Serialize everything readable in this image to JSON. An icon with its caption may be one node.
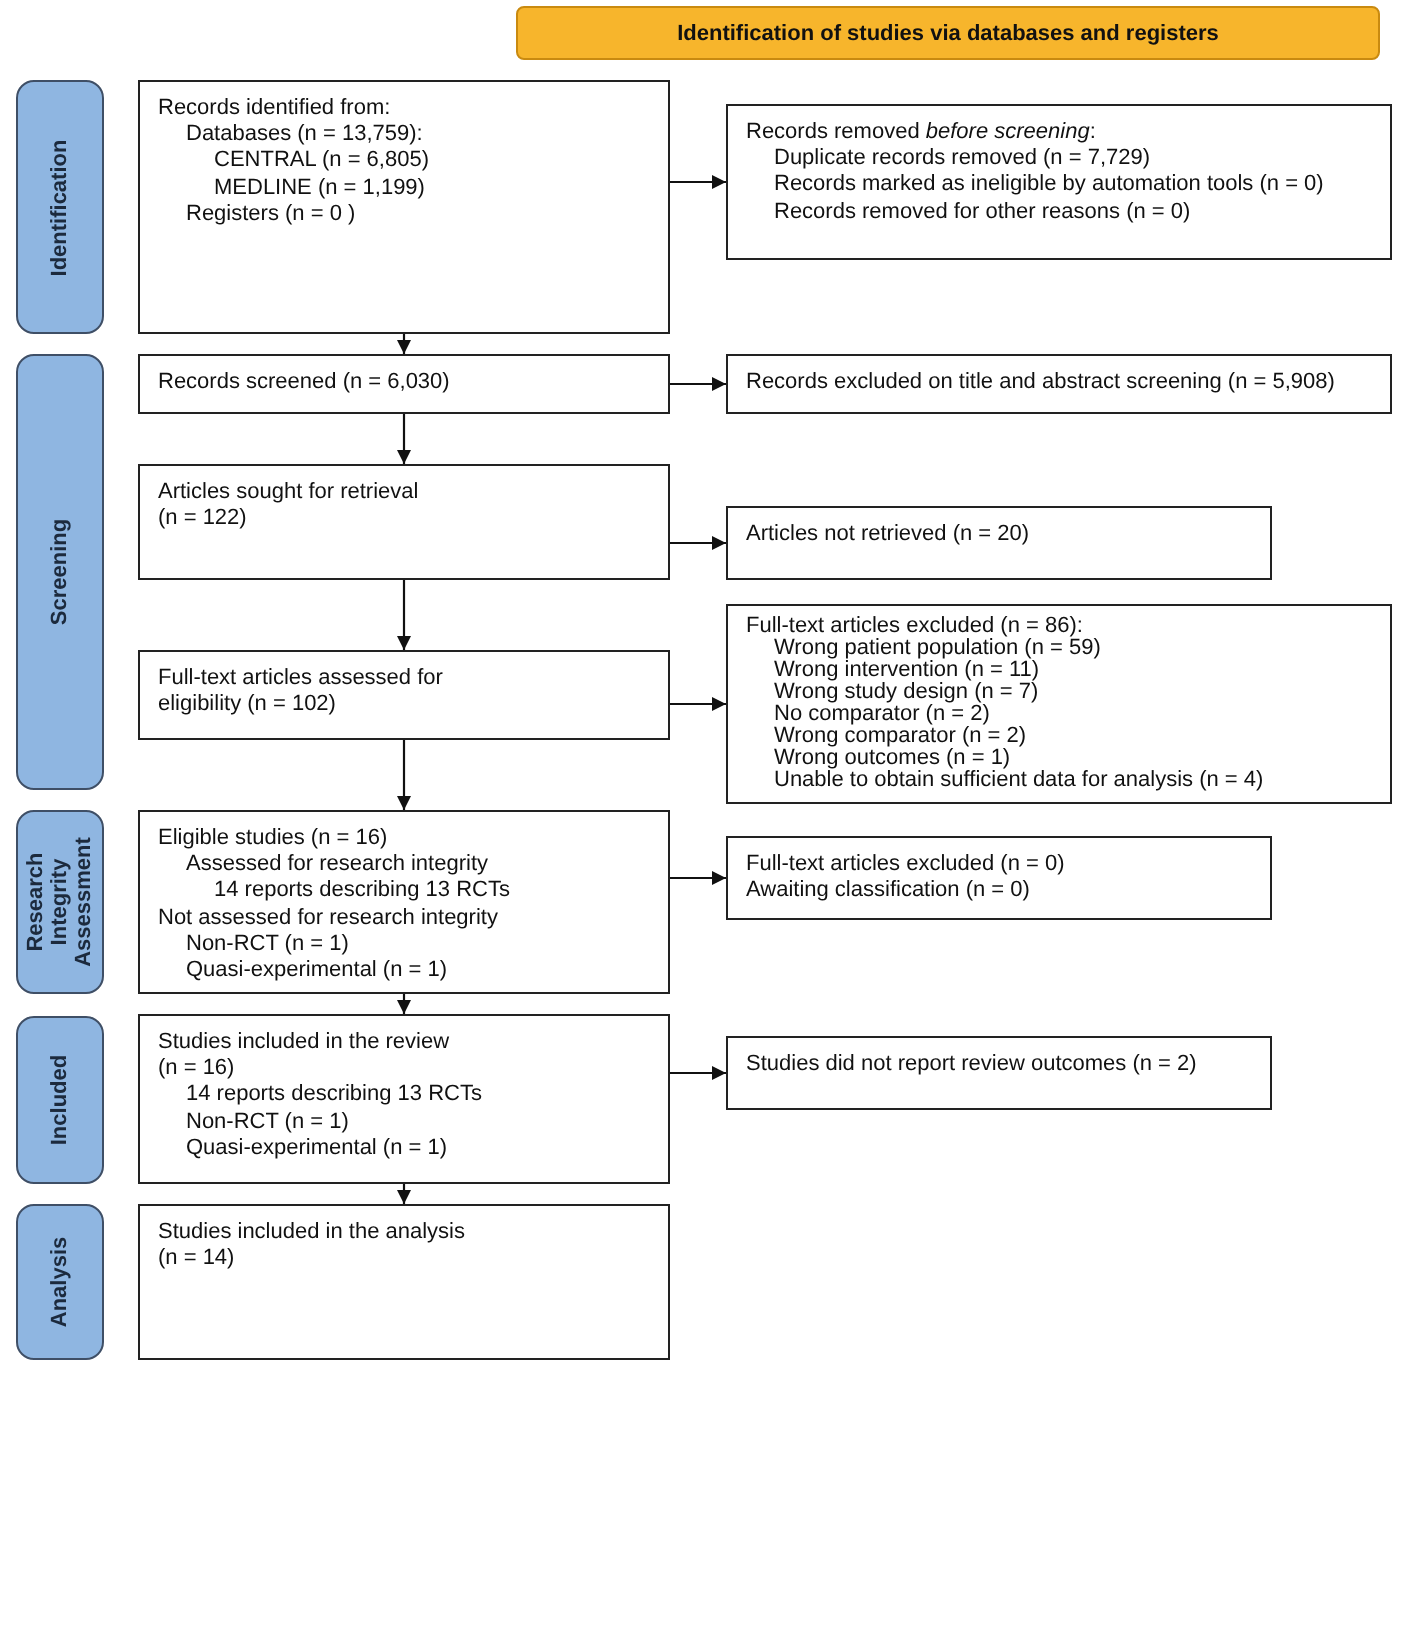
{
  "diagram": {
    "nodes": [
      {
        "text": [
          "Identification of studies via databases and registers"
        ]
      },
      {
        "text": [
          "Identification"
        ]
      },
      {
        "text": [
          "Records identified from:",
          "Databases (n = 13,759):",
          "CENTRAL (n = 6,805)",
          "MEDLINE (n = 1,199)",
          "Registers (n = 0 )"
        ]
      },
      {
        "text": [
          "Records removed *before screening*:",
          "Duplicate records removed (n = 7,729)",
          "Records marked as ineligible by automation tools (n = 0)",
          "Records removed for other reasons (n = 0)"
        ]
      },
      {
        "text": [
          "Screening"
        ]
      },
      {
        "text": [
          "Records screened (n = 6,030)"
        ]
      },
      {
        "text": [
          "Records excluded on title and abstract screening (n = 5,908)"
        ]
      },
      {
        "text": [
          "Articles sought for retrieval (n = 122)"
        ]
      },
      {
        "text": [
          "Articles not retrieved (n = 20)"
        ]
      },
      {
        "text": [
          "Full-text articles assessed for eligibility (n = 102)"
        ]
      },
      {
        "text": [
          "Full-text articles excluded (n = 86):",
          "Wrong patient population (n = 59)",
          "Wrong intervention (n = 11)",
          "Wrong study design (n = 7)",
          "No comparator (n = 2)",
          "Wrong comparator (n = 2)",
          "Wrong outcomes (n = 1)",
          "Unable to obtain sufficient data for analysis (n = 4)"
        ]
      },
      {
        "text": [
          "Research Integrity Assessment"
        ]
      },
      {
        "text": [
          "Eligible studies (n = 16)",
          "Assessed for research integrity",
          "14 reports describing 13 RCTs",
          "Not assessed for research integrity",
          "Non-RCT (n = 1)",
          "Quasi-experimental (n = 1)"
        ]
      },
      {
        "text": [
          "Full-text articles excluded (n = 0)",
          "Awaiting classification (n = 0)"
        ]
      },
      {
        "text": [
          "Included"
        ]
      },
      {
        "text": [
          "Studies included in the review (n = 16)",
          "14 reports describing 13 RCTs",
          "Non-RCT (n = 1)",
          "Quasi-experimental (n = 1)"
        ]
      },
      {
        "text": [
          "Studies did not report review outcomes (n = 2)"
        ]
      },
      {
        "text": [
          "Analysis"
        ]
      },
      {
        "text": [
          "Studies included in the analysis (n = 14)"
        ]
      }
    ],
    "edges": [
      {
        "from": 2,
        "to": 3,
        "arrow": "to"
      },
      {
        "from": 2,
        "to": 5,
        "arrow": "to"
      },
      {
        "from": 5,
        "to": 6,
        "arrow": "to"
      },
      {
        "from": 5,
        "to": 7,
        "arrow": "to"
      },
      {
        "from": 7,
        "to": 8,
        "arrow": "to"
      },
      {
        "from": 7,
        "to": 9,
        "arrow": "to"
      },
      {
        "from": 9,
        "to": 10,
        "arrow": "to"
      },
      {
        "from": 9,
        "to": 12,
        "arrow": "to"
      },
      {
        "from": 12,
        "to": 13,
        "arrow": "to"
      },
      {
        "from": 12,
        "to": 15,
        "arrow": "to"
      },
      {
        "from": 15,
        "to": 16,
        "arrow": "to"
      },
      {
        "from": 15,
        "to": 18,
        "arrow": "to"
      }
    ]
  }
}
